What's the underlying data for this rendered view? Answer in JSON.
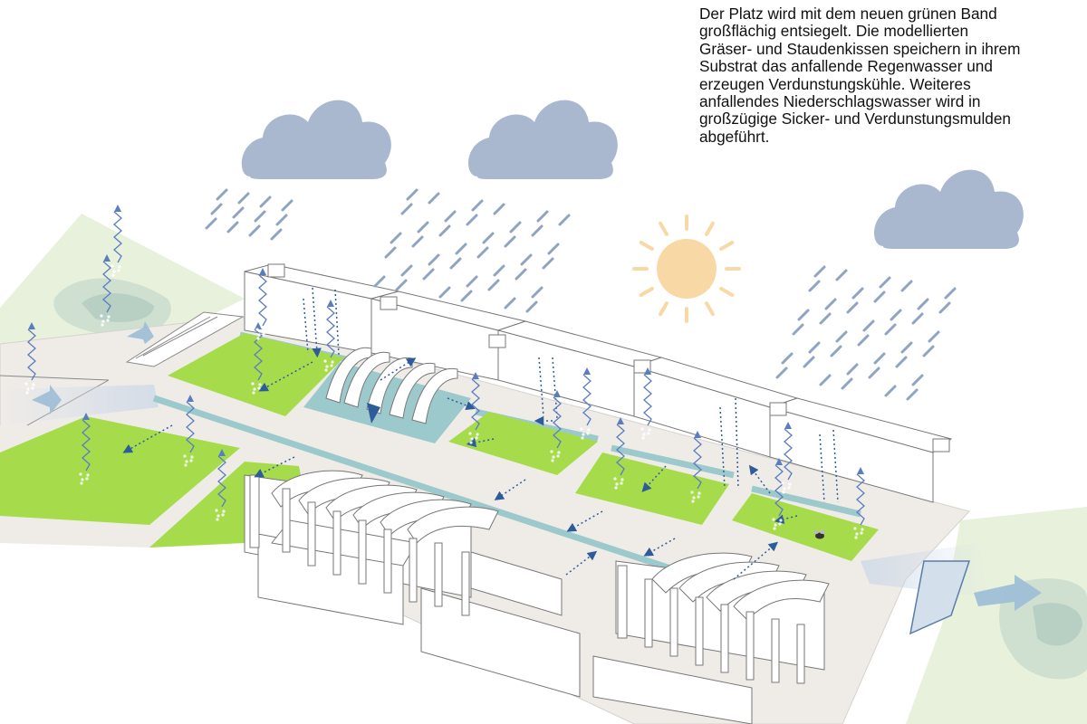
{
  "caption": {
    "lines": [
      "Der Platz wird mit dem neuen grünen Band",
      "großflächig entsiegelt. Die modellierten",
      "Gräser- und Staudenkissen speichern in ihrem",
      "Substrat das anfallende Regenwasser und",
      "erzeugen Verdunstungskühle. Weiteres",
      "anfallendes Niederschlagswasser wird in",
      "großzügige Sicker- und Verdunstungsmulden",
      "abgeführt."
    ]
  },
  "colors": {
    "cloud": "#a9b8cf",
    "rain": "#8fa3c2",
    "sun": "#f8d9a6",
    "lawn": "#a6dc4c",
    "lawn_edge": "#8fc93c",
    "plaza": "#efece8",
    "water": "#9cc9cc",
    "park": "#e8f1dc",
    "arrow": "#2e5c9a",
    "building_stroke": "#777777"
  },
  "icons": [
    "cloud-icon",
    "sun-icon",
    "rain-icon",
    "evaporation-arrow-icon",
    "flow-arrow-icon",
    "bee-icon"
  ]
}
